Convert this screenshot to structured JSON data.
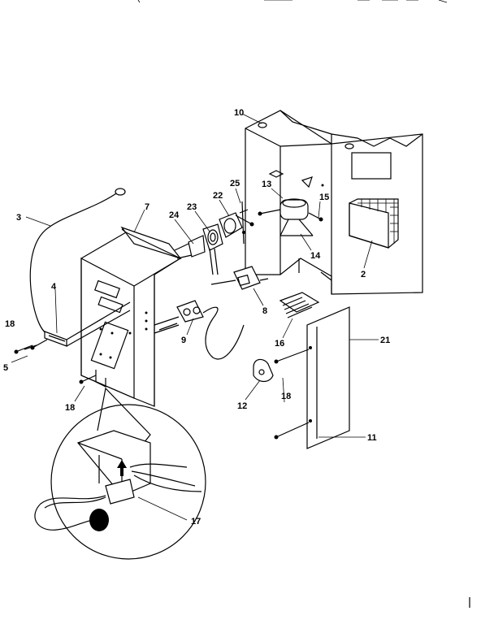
{
  "labels": [
    {
      "id": "p10",
      "text": "10"
    },
    {
      "id": "p13",
      "text": "13"
    },
    {
      "id": "p15",
      "text": "15"
    },
    {
      "id": "p25",
      "text": "25"
    },
    {
      "id": "p22",
      "text": "22"
    },
    {
      "id": "p23",
      "text": "23"
    },
    {
      "id": "p24",
      "text": "24"
    },
    {
      "id": "p7",
      "text": "7"
    },
    {
      "id": "p3",
      "text": "3"
    },
    {
      "id": "p14",
      "text": "14"
    },
    {
      "id": "p2",
      "text": "2"
    },
    {
      "id": "p4",
      "text": "4"
    },
    {
      "id": "p8",
      "text": "8"
    },
    {
      "id": "p9",
      "text": "9"
    },
    {
      "id": "p16",
      "text": "16"
    },
    {
      "id": "p21",
      "text": "21"
    },
    {
      "id": "p18a",
      "text": "18"
    },
    {
      "id": "p5",
      "text": "5"
    },
    {
      "id": "p18b",
      "text": "18"
    },
    {
      "id": "p12",
      "text": "12"
    },
    {
      "id": "p18c",
      "text": "18"
    },
    {
      "id": "p11",
      "text": "11"
    },
    {
      "id": "p17",
      "text": "17"
    }
  ]
}
